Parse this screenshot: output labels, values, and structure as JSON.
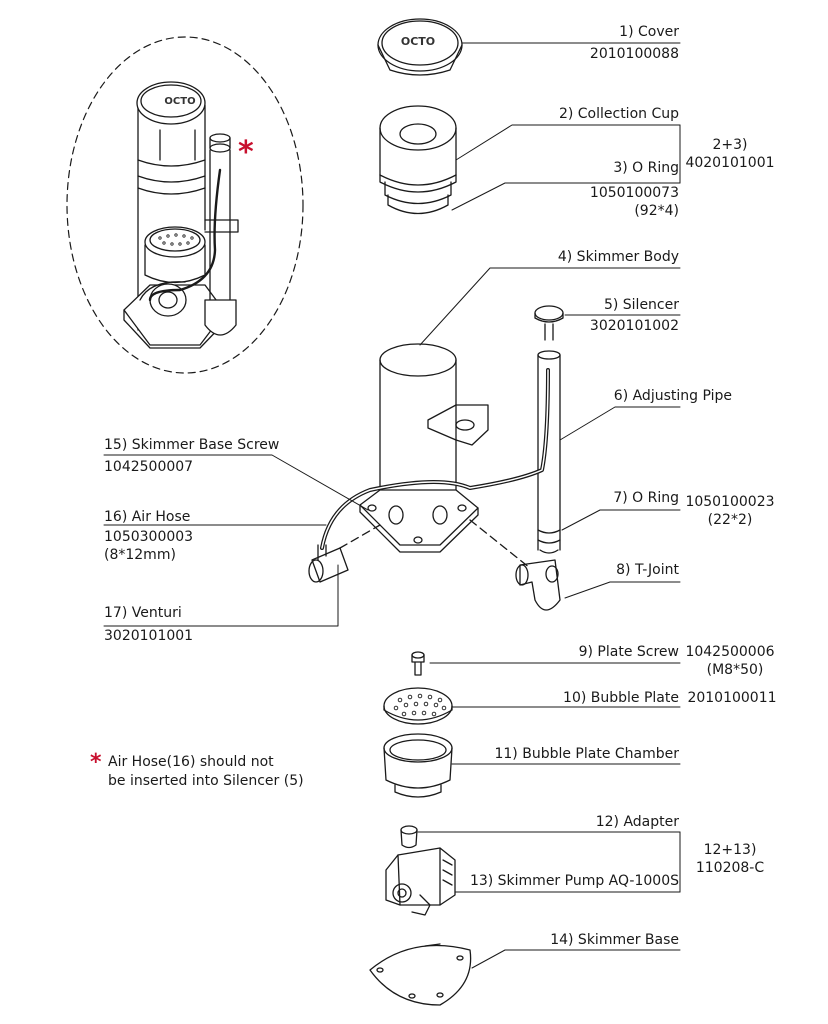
{
  "logo_text": "OCTO",
  "colors": {
    "asterisk": "#c8102e",
    "line": "#1a1a1a"
  },
  "note": {
    "marker": "*",
    "line1": "Air Hose(16) should not",
    "line2": "be inserted into Silencer (5)"
  },
  "parts": [
    {
      "name": "1) Cover",
      "code": "2010100088"
    },
    {
      "name": "2) Collection Cup"
    },
    {
      "name": "3) O Ring",
      "code": "1050100073",
      "spec": "(92*4)"
    },
    {
      "name": "4) Skimmer Body"
    },
    {
      "name": "5) Silencer",
      "code": "3020101002"
    },
    {
      "name": "6) Adjusting Pipe"
    },
    {
      "name": "7) O Ring",
      "code": "1050100023",
      "spec": "(22*2)"
    },
    {
      "name": "8) T-Joint"
    },
    {
      "name": "9) Plate Screw",
      "code": "1042500006",
      "spec": "(M8*50)"
    },
    {
      "name": "10) Bubble Plate",
      "code": "2010100011"
    },
    {
      "name": "11) Bubble Plate Chamber"
    },
    {
      "name": "12) Adapter"
    },
    {
      "name": "13) Skimmer Pump AQ-1000S"
    },
    {
      "name": "14) Skimmer Base"
    },
    {
      "name": "15) Skimmer Base Screw",
      "code": "1042500007"
    },
    {
      "name": "16) Air Hose",
      "code": "1050300003",
      "spec": "(8*12mm)"
    },
    {
      "name": "17) Venturi",
      "code": "3020101001"
    }
  ],
  "groups": [
    {
      "name": "2+3)",
      "code": "4020101001"
    },
    {
      "name": "12+13)",
      "code": "110208-C"
    }
  ]
}
